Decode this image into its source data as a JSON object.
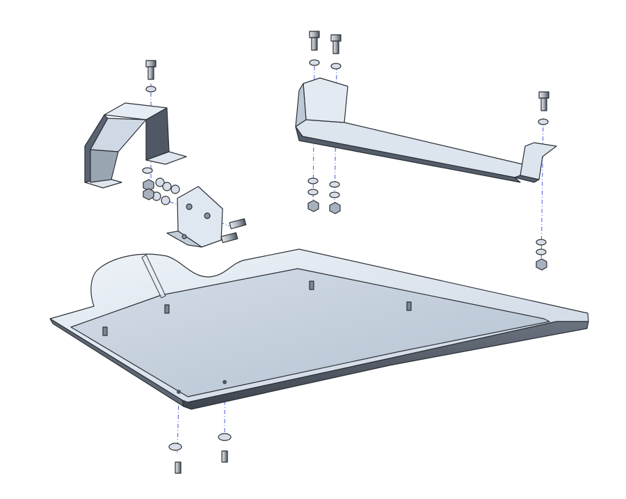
{
  "diagram": {
    "type": "exploded-assembly-view",
    "parts": [
      {
        "name": "skid-plate"
      },
      {
        "name": "u-bracket"
      },
      {
        "name": "hinge-plate-bracket"
      },
      {
        "name": "long-mounting-bracket"
      },
      {
        "name": "bolts"
      },
      {
        "name": "washers"
      },
      {
        "name": "nuts"
      }
    ]
  },
  "colors": {
    "metal_light": "#dfe7f1",
    "metal_mid": "#b9c5d4",
    "metal_dark": "#5b6572",
    "axis_line": "#4a5ad8",
    "background": "#ffffff"
  }
}
